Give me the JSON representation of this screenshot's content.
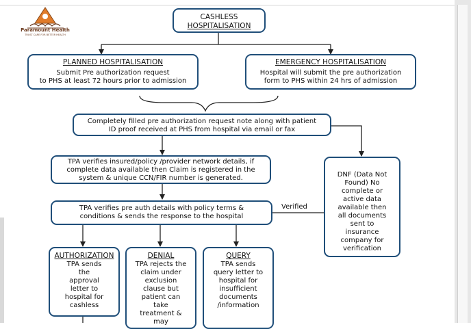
{
  "logo": {
    "name": "Paramount Health",
    "tagline": "TRUST CARE FOR BETTER HEALTH"
  },
  "diagram": {
    "root": {
      "title_line1": "CASHLESS",
      "title_line2": "HOSPITALISATION"
    },
    "planned": {
      "title": "PLANNED HOSPITALISATION",
      "line1": "Submit Pre authorization request",
      "line2": "to PHS at least 72 hours prior to admission"
    },
    "emergency": {
      "title": "EMERGENCY HOSPITALISATION",
      "line1": "Hospital will submit the pre authorization",
      "line2": "form to PHS within 24 hrs of admission"
    },
    "request_note": {
      "line1": "Completely filled pre authorization request note along with patient",
      "line2": "ID proof received at PHS from hospital via email or fax"
    },
    "tpa_verify": {
      "line1": "TPA verifies insured/policy /provider network details, if",
      "line2": "complete data available then Claim is registered in the",
      "line3": "system & unique CCN/FIR number is generated."
    },
    "dnf": {
      "lines": [
        "DNF (Data Not",
        "Found) No",
        "complete or",
        "active data",
        "available then",
        "all documents",
        "sent to",
        "insurance",
        "company for",
        "verification"
      ]
    },
    "preauth": {
      "line1": "TPA verifies pre auth details with policy terms &",
      "line2": "conditions & sends the response to the hospital"
    },
    "verified_label": "Verified",
    "authorization": {
      "title": "AUTHORIZATION",
      "lines": [
        "TPA sends",
        "the",
        "approval",
        "letter to",
        "hospital for",
        "cashless"
      ]
    },
    "denial": {
      "title": "DENIAL",
      "lines": [
        "TPA rejects the",
        "claim under",
        "exclusion",
        "clause but",
        "patient can",
        "take",
        "treatment &",
        "may"
      ]
    },
    "query": {
      "title": "QUERY",
      "lines": [
        "TPA sends",
        "query letter to",
        "hospital for",
        "insufficient",
        "documents",
        "/information"
      ]
    }
  },
  "colors": {
    "box_border": "#1f4e79",
    "connector": "#222222",
    "logo_accent": "#e07b2a"
  }
}
